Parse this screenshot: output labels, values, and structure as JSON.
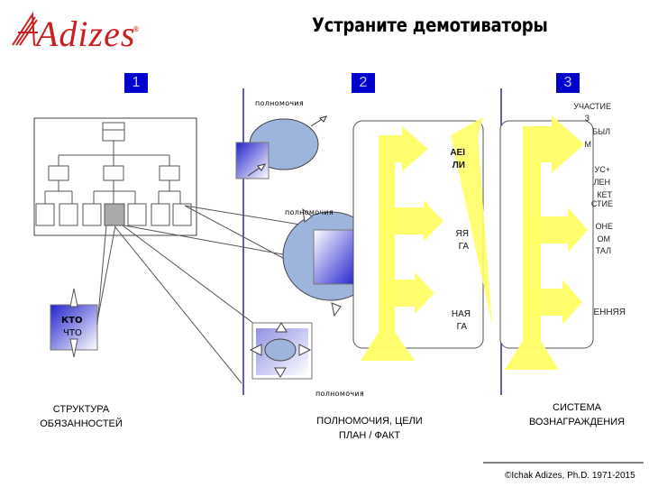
{
  "logo": {
    "text": "Adizes",
    "registered": "®"
  },
  "title": "Устраните демотиваторы",
  "sections": [
    {
      "number": "1",
      "who": "КТО",
      "what": "ЧТО",
      "caption_line1": "СТРУКТУРА",
      "caption_line2": "ОБЯЗАННОСТЕЙ"
    },
    {
      "number": "2",
      "authority_labels": [
        "полномочия",
        "полномочия",
        "полномочия"
      ],
      "fragments": [
        "AEI",
        "ЛИ",
        "ЯЯ",
        "ГА",
        "НАЯ",
        "ГА"
      ],
      "caption_line1": "ПОЛНОМОЧИЯ, ЦЕЛИ",
      "caption_line2": "ПЛАН / ФАКТ"
    },
    {
      "number": "3",
      "fragments": [
        "УЧАСТИЕ",
        "З",
        "БЫЛ",
        "М",
        "УС+",
        "ЛЕН",
        "КЕТ",
        "СТИЕ",
        "ОНЕ",
        "ОМ",
        "ТАЛ",
        "ЕННЯЯ"
      ],
      "caption_line1": "СИСТЕМА",
      "caption_line2": "ВОЗНАГРАЖДЕНИЯ"
    }
  ],
  "copyright": "©Ichak Adizes, Ph.D. 1971-2015",
  "colors": {
    "brand": "#cc1f1f",
    "accent": "#0000cc",
    "ellipse": "#9db4dc",
    "yellow": "#ffff66"
  }
}
